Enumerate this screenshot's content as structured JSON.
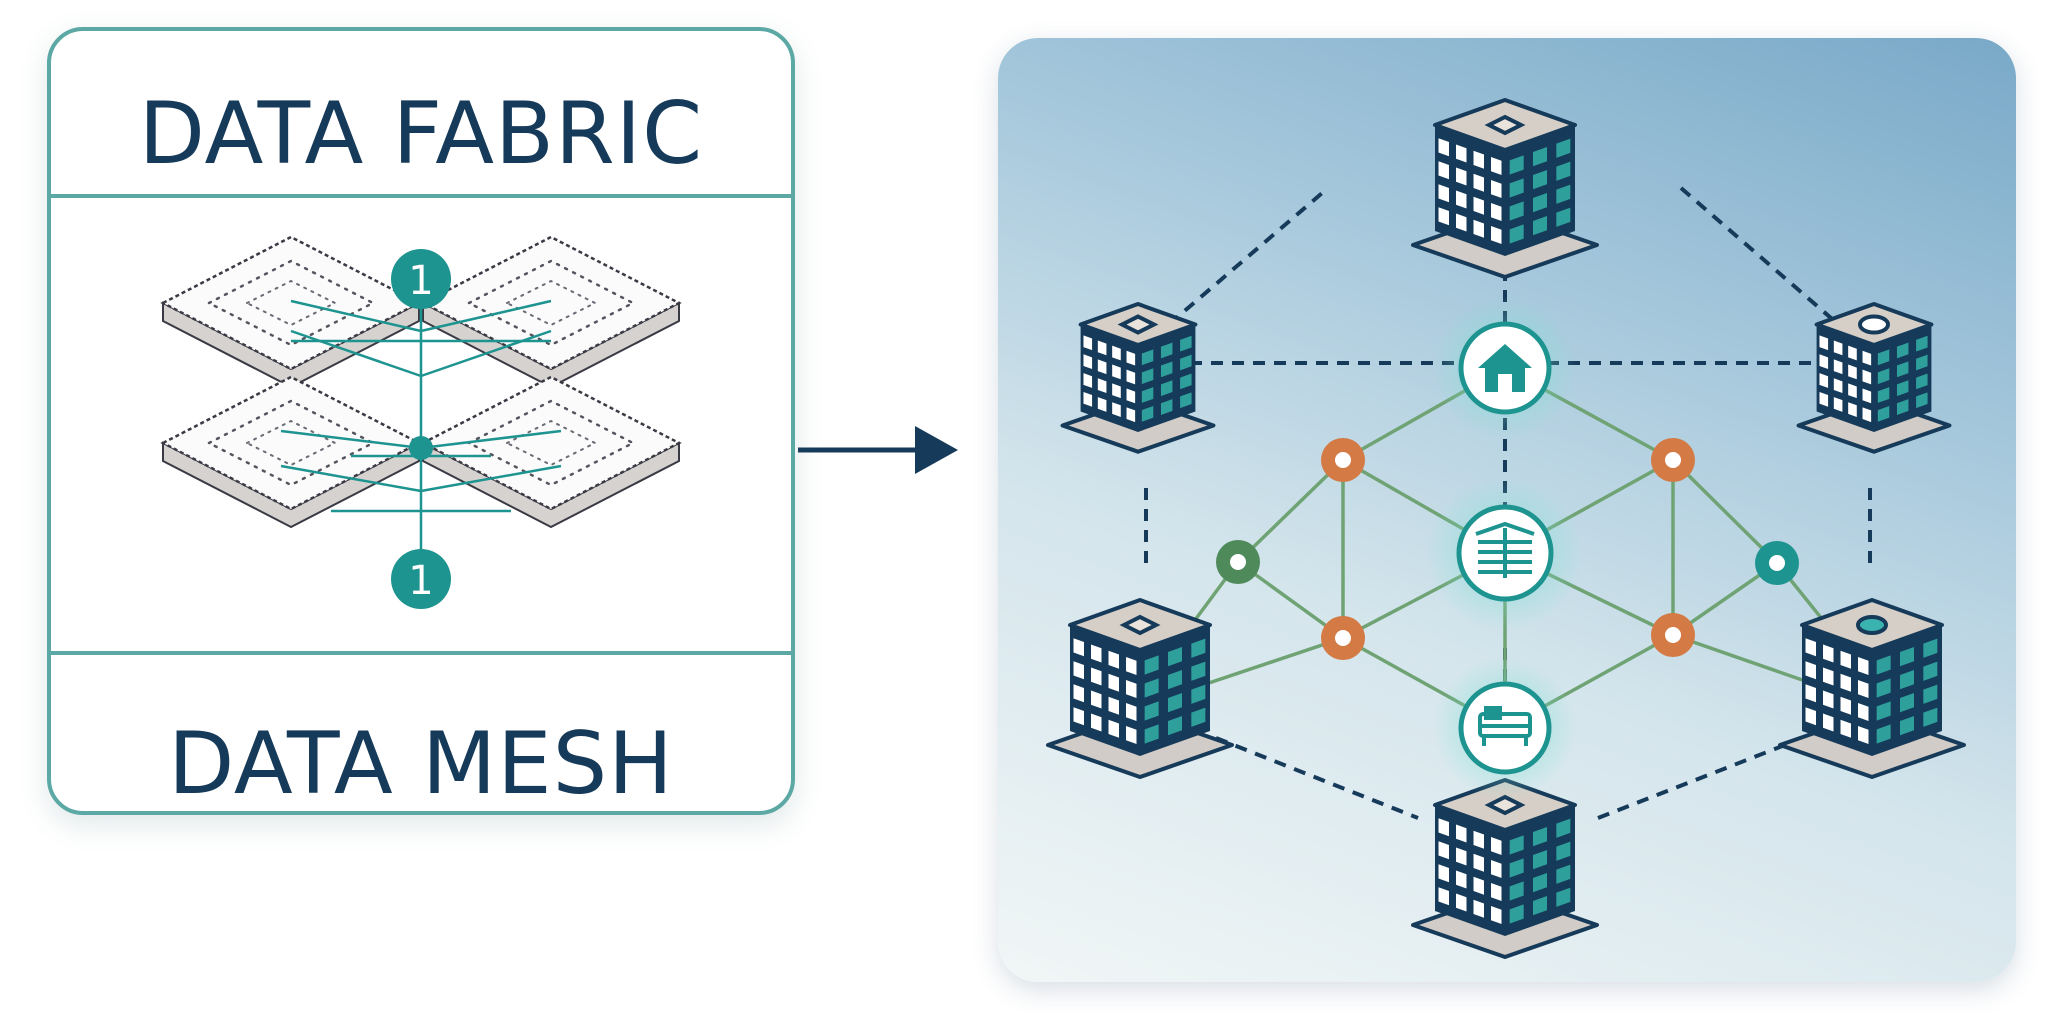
{
  "diagram": {
    "fabric_title": "DATA FABRIC",
    "mesh_title": "DATA MESH",
    "fabric_badges": [
      "1",
      "1"
    ],
    "icons": {
      "arrow": "right-arrow-icon",
      "hub_top": "house-icon",
      "hub_center": "book-stack-icon",
      "hub_bottom": "bed-icon",
      "domains": "building-icon"
    },
    "colors": {
      "navy": "#163a59",
      "teal": "#1e9490",
      "card_border": "#5ba8a4",
      "orange": "#d37a45",
      "green": "#4f8a5b",
      "mesh_line": "#6fa374"
    }
  }
}
